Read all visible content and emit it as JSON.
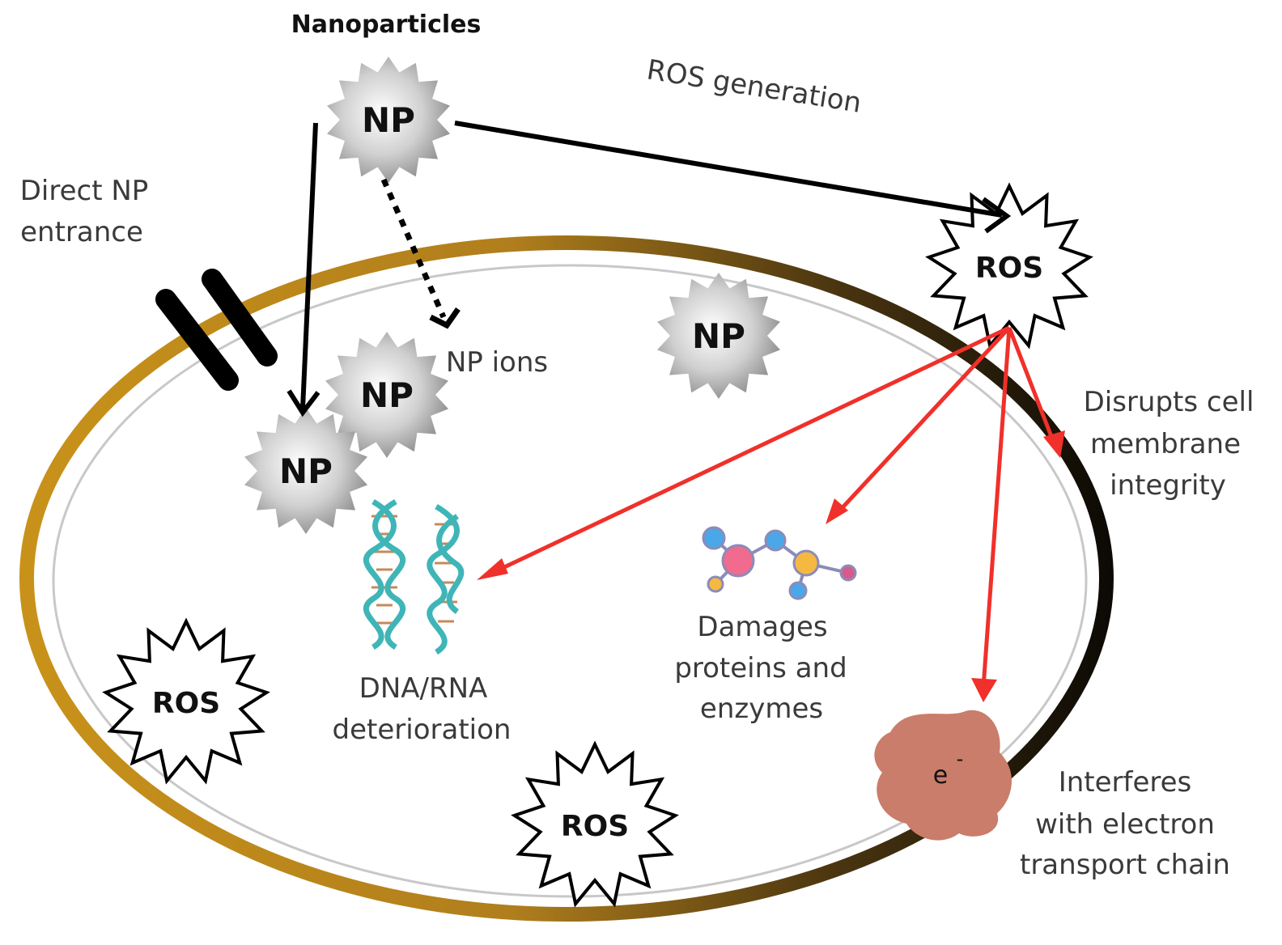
{
  "title": "Nanoparticles",
  "np_label": "NP",
  "ros_label": "ROS",
  "electron": {
    "base": "e",
    "sup": "-"
  },
  "labels": {
    "ros_generation": "ROS generation",
    "direct_np_line1": "Direct NP",
    "direct_np_line2": "entrance",
    "np_ions": "NP ions",
    "membrane_line1": "Disrupts cell",
    "membrane_line2": "membrane",
    "membrane_line3": "integrity",
    "proteins_line1": "Damages",
    "proteins_line2": "proteins and",
    "proteins_line3": "enzymes",
    "dna_line1": "DNA/RNA",
    "dna_line2": "deterioration",
    "etc_line1": "Interferes",
    "etc_line2": "with electron",
    "etc_line3": "transport chain"
  },
  "colors": {
    "membrane_left": "#c8921a",
    "membrane_right": "#0d0a05",
    "arrow_black": "#000000",
    "arrow_red": "#f0302a",
    "electron_blob": "#c97d6a",
    "dna": "#3fb5b8"
  }
}
